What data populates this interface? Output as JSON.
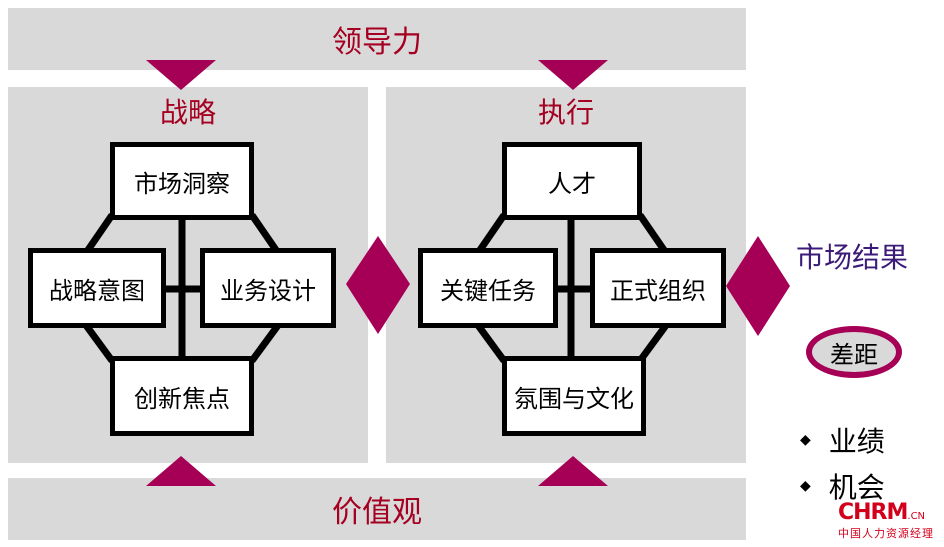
{
  "leadership": "领导力",
  "values": "价值观",
  "strategy": {
    "title": "战略",
    "top": "市场洞察",
    "left": "战略意图",
    "right": "业务设计",
    "bottom": "创新焦点"
  },
  "execution": {
    "title": "执行",
    "top": "人才",
    "left": "关键任务",
    "right": "正式组织",
    "bottom": "氛围与文化"
  },
  "outcome": "市场结果",
  "gap": "差距",
  "bullets": [
    "业绩",
    "机会"
  ],
  "logo": {
    "main": "CHRM",
    "suffix": ".CN",
    "sub": "中国人力资源经理"
  },
  "colors": {
    "accent": "#a50056",
    "band": "#d9d9d9",
    "title": "#a50021",
    "outcome": "#3b1a78"
  }
}
